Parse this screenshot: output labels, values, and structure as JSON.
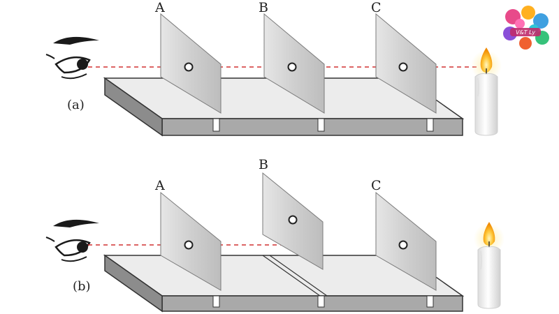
{
  "figure": {
    "panel_a": {
      "label": "(a)",
      "screens": [
        {
          "letter": "A"
        },
        {
          "letter": "B"
        },
        {
          "letter": "C"
        }
      ]
    },
    "panel_b": {
      "label": "(b)",
      "screens": [
        {
          "letter": "A"
        },
        {
          "letter": "B"
        },
        {
          "letter": "C"
        }
      ]
    },
    "colors": {
      "board_top": "#ececec",
      "board_front": "#a9a9a9",
      "board_edge": "#333333",
      "screen_fill": "#d6d6d6",
      "sight_line": "#d03030",
      "flame": "#f5b400",
      "candle": "#f7f7f7"
    }
  },
  "logo": {
    "text": "V&T Ly"
  }
}
